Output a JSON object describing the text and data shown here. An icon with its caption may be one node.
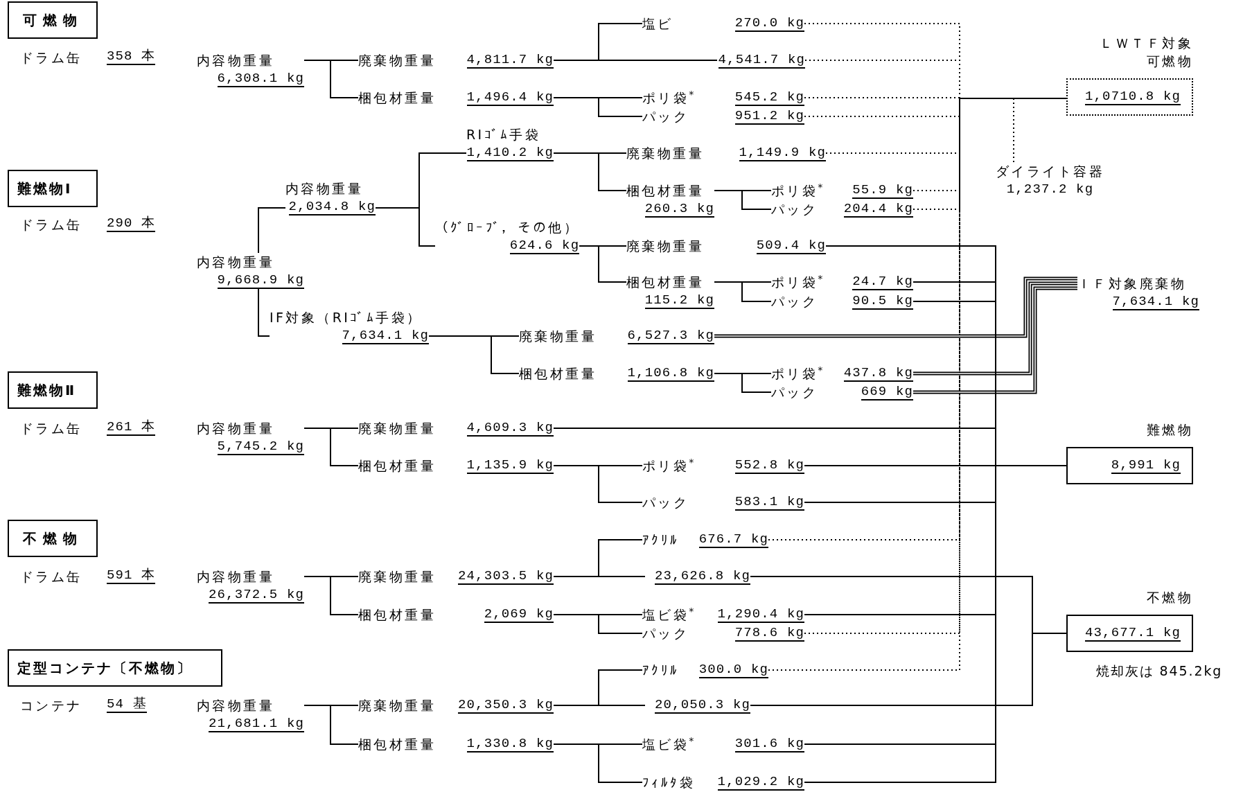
{
  "diagram": {
    "nodes": [
      {
        "text": [
          "可燃物"
        ]
      },
      {
        "text": [
          "内容物重量",
          "6,308.1 kg"
        ]
      },
      {
        "text": [
          "廃棄物重量",
          "4,811.7 kg"
        ]
      },
      {
        "text": [
          "梱包材重量",
          "1,496.4 kg"
        ]
      },
      {
        "text": [
          "塩ビ",
          "270.0 kg"
        ]
      },
      {
        "text": [
          "4,541.7 kg"
        ]
      },
      {
        "text": [
          "ポリ袋$^{*}$",
          "545.2 kg"
        ]
      },
      {
        "text": [
          "パック",
          "951.2 kg"
        ]
      },
      {
        "text": [
          "難燃物Ⅰ"
        ]
      },
      {
        "text": [
          "内容物重量",
          "9,668.9 kg"
        ]
      },
      {
        "text": [
          "内容物重量",
          "2,034.8 kg"
        ]
      },
      {
        "text": [
          "RIｺﾞﾑ手袋",
          "1,410.2 kg"
        ]
      },
      {
        "text": [
          "（ｸﾞﾛｰﾌﾞ，その他）",
          "624.6 kg"
        ]
      },
      {
        "text": [
          "廃棄物重量",
          "1,149.9 kg"
        ]
      },
      {
        "text": [
          "梱包材重量",
          "260.3 kg"
        ]
      },
      {
        "text": [
          "ポリ袋$^{*}$",
          "55.9 kg"
        ]
      },
      {
        "text": [
          "パック",
          "204.4 kg"
        ]
      },
      {
        "text": [
          "廃棄物重量",
          "509.4 kg"
        ]
      },
      {
        "text": [
          "梱包材重量",
          "115.2 kg"
        ]
      },
      {
        "text": [
          "ポリ袋$^{*}$",
          "24.7 kg"
        ]
      },
      {
        "text": [
          "パック",
          "90.5 kg"
        ]
      },
      {
        "text": [
          "IF対象（RIｺﾞﾑ手袋）",
          "7,634.1 kg"
        ]
      },
      {
        "text": [
          "廃棄物重量",
          "6,527.3 kg"
        ]
      },
      {
        "text": [
          "梱包材重量",
          "1,106.8 kg"
        ]
      },
      {
        "text": [
          "ポリ袋$^{*}$",
          "437.8 kg"
        ]
      },
      {
        "text": [
          "パック",
          "669 kg"
        ]
      },
      {
        "text": [
          "難燃物Ⅱ"
        ]
      },
      {
        "text": [
          "内容物重量",
          "5,745.2 kg"
        ]
      },
      {
        "text": [
          "廃棄物重量",
          "4,609.3 kg"
        ]
      },
      {
        "text": [
          "梱包材重量",
          "1,135.9 kg"
        ]
      },
      {
        "text": [
          "ポリ袋$^{*}$",
          "552.8 kg"
        ]
      },
      {
        "text": [
          "パック",
          "583.1 kg"
        ]
      },
      {
        "text": [
          "不燃物"
        ]
      },
      {
        "text": [
          "内容物重量",
          "26,372.5 kg"
        ]
      },
      {
        "text": [
          "廃棄物重量",
          "24,303.5 kg"
        ]
      },
      {
        "text": [
          "梱包材重量",
          "2,069 kg"
        ]
      },
      {
        "text": [
          "ｱｸﾘﾙ",
          "676.7 kg"
        ]
      },
      {
        "text": [
          "23,626.8 kg"
        ]
      },
      {
        "text": [
          "塩ビ袋$^{*}$",
          "1,290.4 kg"
        ]
      },
      {
        "text": [
          "パック",
          "778.6 kg"
        ]
      },
      {
        "text": [
          "定型コンテナ〔不燃物〕"
        ]
      },
      {
        "text": [
          "内容物重量",
          "21,681.1 kg"
        ]
      },
      {
        "text": [
          "廃棄物重量",
          "20,350.3 kg"
        ]
      },
      {
        "text": [
          "梱包材重量",
          "1,330.8 kg"
        ]
      },
      {
        "text": [
          "ｱｸﾘﾙ",
          "300.0 kg"
        ]
      },
      {
        "text": [
          "20,050.3 kg"
        ]
      },
      {
        "text": [
          "塩ビ袋$^{*}$",
          "301.6 kg"
        ]
      },
      {
        "text": [
          "ﾌｨﾙﾀ袋",
          "1,029.2 kg"
        ]
      },
      {
        "text": [
          "ＬＷＴＦ対象",
          "可燃物",
          "1,0710.8 kg"
        ]
      },
      {
        "text": [
          "ダイライト容器",
          "1,237.2 kg"
        ]
      },
      {
        "text": [
          "ＩＦ対象廃棄物",
          "7,634.1 kg"
        ]
      },
      {
        "text": [
          "難燃物",
          "8,991 kg"
        ]
      },
      {
        "text": [
          "不燃物",
          "43,677.1 kg"
        ],
        "beside": [
          "焼却灰は 845.2kg"
        ]
      }
    ],
    "edges": [
      {
        "from": 1,
        "to": 2,
        "arrow": "none"
      },
      {
        "from": 1,
        "to": 3,
        "arrow": "none"
      },
      {
        "from": 2,
        "to": 4,
        "arrow": "none"
      },
      {
        "from": 2,
        "to": 5,
        "arrow": "none"
      },
      {
        "from": 3,
        "to": 6,
        "arrow": "none"
      },
      {
        "from": 3,
        "to": 7,
        "arrow": "none"
      },
      {
        "from": 9,
        "to": 10,
        "arrow": "none"
      },
      {
        "from": 9,
        "to": 21,
        "arrow": "none"
      },
      {
        "from": 10,
        "to": 11,
        "arrow": "none"
      },
      {
        "from": 10,
        "to": 12,
        "arrow": "none"
      },
      {
        "from": 11,
        "to": 13,
        "arrow": "none"
      },
      {
        "from": 11,
        "to": 14,
        "arrow": "none"
      },
      {
        "from": 14,
        "to": 15,
        "arrow": "none"
      },
      {
        "from": 14,
        "to": 16,
        "arrow": "none"
      },
      {
        "from": 12,
        "to": 17,
        "arrow": "none"
      },
      {
        "from": 12,
        "to": 18,
        "arrow": "none"
      },
      {
        "from": 18,
        "to": 19,
        "arrow": "none"
      },
      {
        "from": 18,
        "to": 20,
        "arrow": "none"
      },
      {
        "from": 21,
        "to": 22,
        "arrow": "none"
      },
      {
        "from": 21,
        "to": 23,
        "arrow": "none"
      },
      {
        "from": 23,
        "to": 24,
        "arrow": "none"
      },
      {
        "from": 23,
        "to": 25,
        "arrow": "none"
      },
      {
        "from": 27,
        "to": 28,
        "arrow": "none"
      },
      {
        "from": 27,
        "to": 29,
        "arrow": "none"
      },
      {
        "from": 29,
        "to": 30,
        "arrow": "none"
      },
      {
        "from": 29,
        "to": 31,
        "arrow": "none"
      },
      {
        "from": 33,
        "to": 34,
        "arrow": "none"
      },
      {
        "from": 33,
        "to": 35,
        "arrow": "none"
      },
      {
        "from": 34,
        "to": 36,
        "arrow": "none"
      },
      {
        "from": 34,
        "to": 37,
        "arrow": "none"
      },
      {
        "from": 35,
        "to": 38,
        "arrow": "none"
      },
      {
        "from": 35,
        "to": 39,
        "arrow": "none"
      },
      {
        "from": 41,
        "to": 42,
        "arrow": "none"
      },
      {
        "from": 41,
        "to": 43,
        "arrow": "none"
      },
      {
        "from": 42,
        "to": 44,
        "arrow": "none"
      },
      {
        "from": 42,
        "to": 45,
        "arrow": "none"
      },
      {
        "from": 43,
        "to": 46,
        "arrow": "none"
      },
      {
        "from": 43,
        "to": 47,
        "arrow": "none"
      },
      {
        "from": 4,
        "to": 48,
        "arrow": "none",
        "style": "dashed"
      },
      {
        "from": 5,
        "to": 48,
        "arrow": "none",
        "style": "dashed"
      },
      {
        "from": 6,
        "to": 48,
        "arrow": "none",
        "style": "dashed"
      },
      {
        "from": 7,
        "to": 48,
        "arrow": "none",
        "style": "dashed"
      },
      {
        "from": 13,
        "to": 48,
        "arrow": "none",
        "style": "dashed"
      },
      {
        "from": 15,
        "to": 48,
        "arrow": "none",
        "style": "dashed"
      },
      {
        "from": 16,
        "to": 48,
        "arrow": "none",
        "style": "dashed"
      },
      {
        "from": 36,
        "to": 48,
        "arrow": "none",
        "style": "dashed"
      },
      {
        "from": 39,
        "to": 48,
        "arrow": "none",
        "style": "dashed"
      },
      {
        "from": 44,
        "to": 48,
        "arrow": "none",
        "style": "dashed"
      },
      {
        "from": 49,
        "to": 48,
        "arrow": "none",
        "style": "dashed"
      },
      {
        "from": 22,
        "to": 50,
        "arrow": "none",
        "style": "thick"
      },
      {
        "from": 24,
        "to": 50,
        "arrow": "none",
        "style": "thick"
      },
      {
        "from": 25,
        "to": 50,
        "arrow": "none",
        "style": "thick"
      },
      {
        "from": 17,
        "to": 51,
        "arrow": "none"
      },
      {
        "from": 19,
        "to": 51,
        "arrow": "none"
      },
      {
        "from": 20,
        "to": 51,
        "arrow": "none"
      },
      {
        "from": 28,
        "to": 51,
        "arrow": "none"
      },
      {
        "from": 30,
        "to": 51,
        "arrow": "none"
      },
      {
        "from": 31,
        "to": 51,
        "arrow": "none"
      },
      {
        "from": 38,
        "to": 51,
        "arrow": "none"
      },
      {
        "from": 46,
        "to": 51,
        "arrow": "none"
      },
      {
        "from": 47,
        "to": 51,
        "arrow": "none"
      },
      {
        "from": 37,
        "to": 52,
        "arrow": "none"
      },
      {
        "from": 45,
        "to": 52,
        "arrow": "none"
      }
    ],
    "labels": [
      "ドラム缶",
      "358 本",
      "ドラム缶",
      "290 本",
      "ドラム缶",
      "261 本",
      "ドラム缶",
      "591 本",
      "コンテナ",
      "54 基"
    ]
  }
}
